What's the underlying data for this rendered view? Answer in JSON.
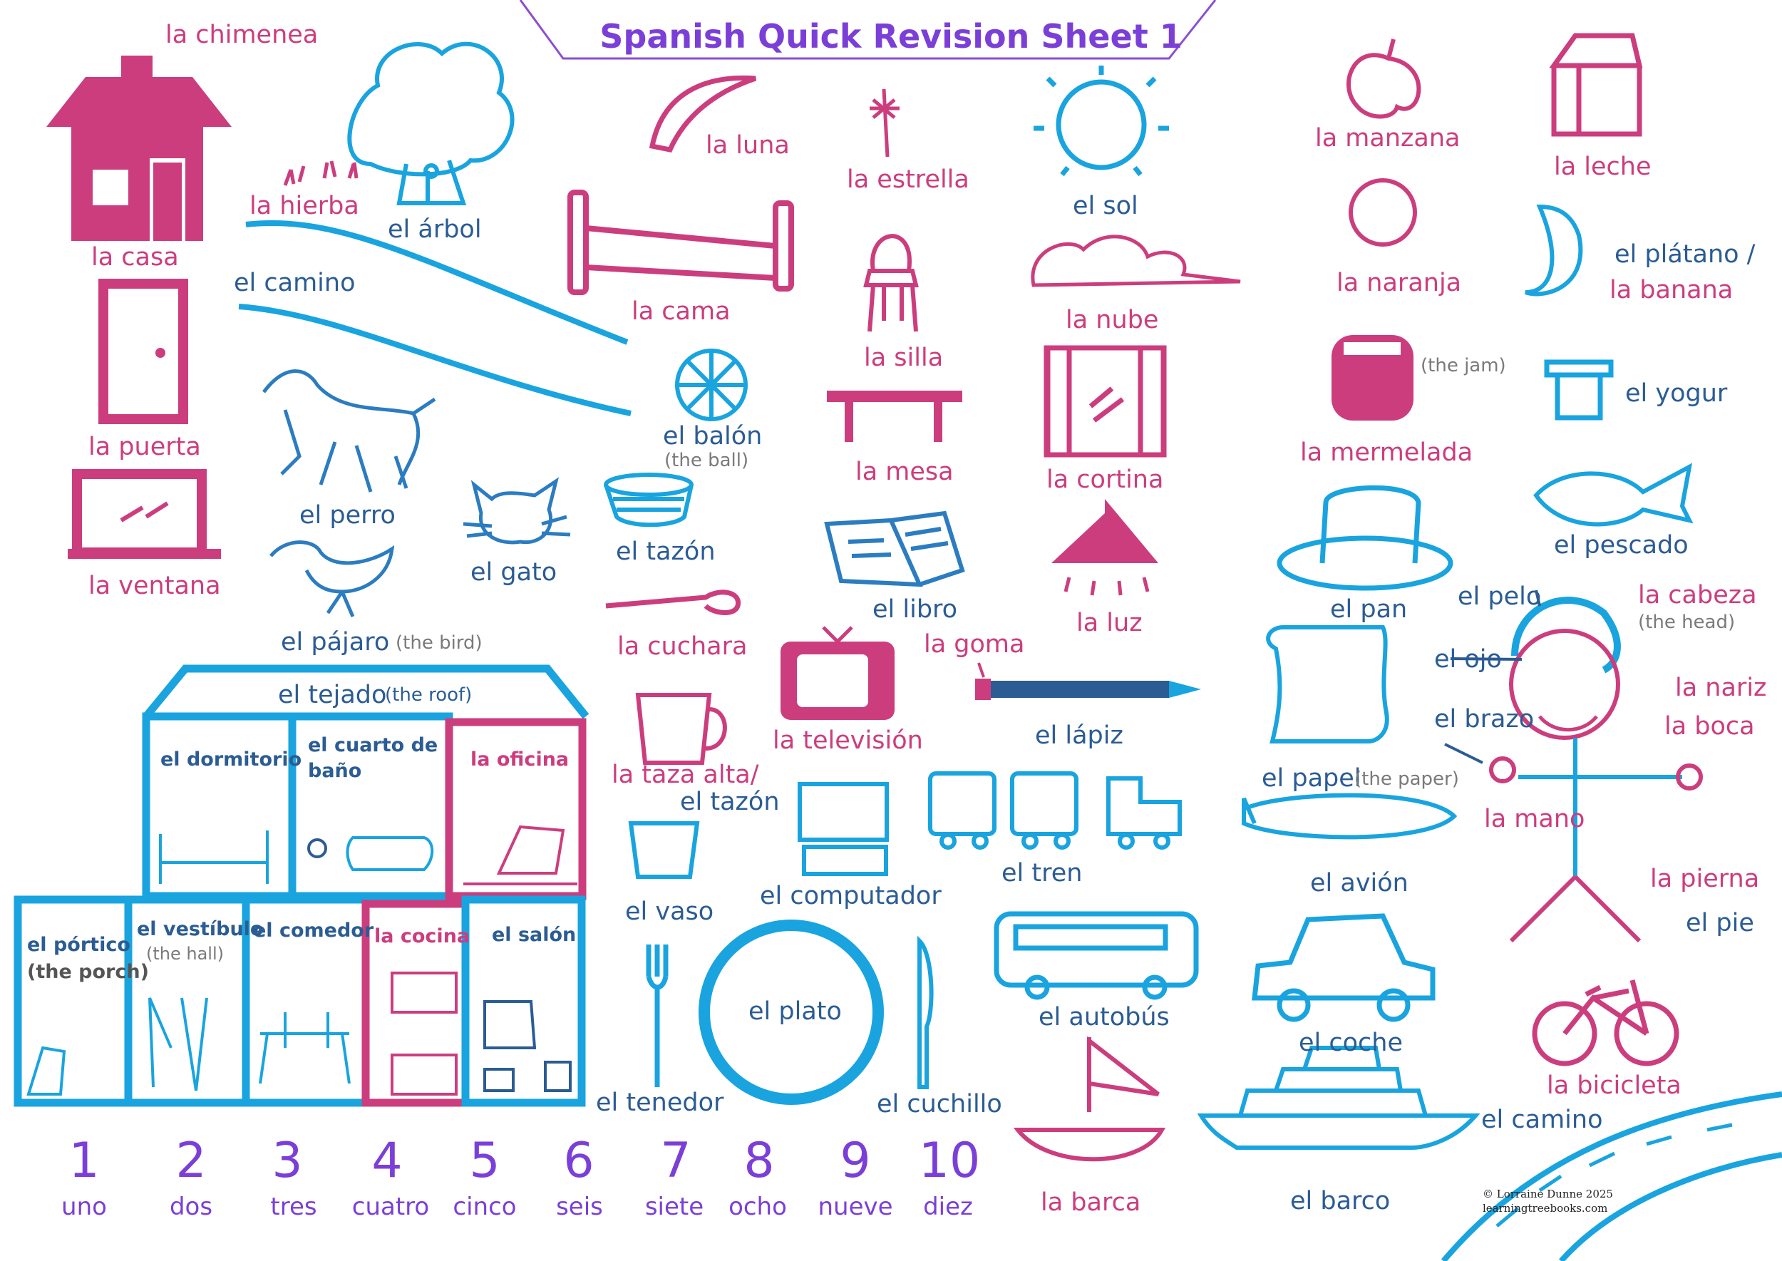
{
  "title": "Spanish Quick Revision Sheet 1",
  "colors": {
    "pink": "#cc3d7e",
    "blue": "#2b5c94",
    "cyan": "#19a4df",
    "purple": "#7b3fd8",
    "grey": "#7a7a7a"
  },
  "labels": {
    "chimenea": "la chimenea",
    "casa": "la casa",
    "puerta": "la puerta",
    "ventana": "la ventana",
    "hierba": "la hierba",
    "arbol": "el árbol",
    "camino_top": "el camino",
    "perro": "el perro",
    "gato": "el gato",
    "pajaro": "el pájaro",
    "pajaro_en": "(the bird)",
    "luna": "la luna",
    "estrella": "la estrella",
    "sol": "el sol",
    "cama": "la cama",
    "silla": "la silla",
    "nube": "la nube",
    "balon": "el balón",
    "balon_en": "(the ball)",
    "mesa": "la mesa",
    "cortina": "la cortina",
    "tazon": "el tazón",
    "libro": "el libro",
    "luz": "la luz",
    "cuchara": "la cuchara",
    "goma": "la goma",
    "television": "la televisión",
    "lapiz": "el lápiz",
    "taza_alta_1": "la taza alta/",
    "taza_alta_2": "el tazón",
    "vaso": "el vaso",
    "computador": "el computador",
    "tren": "el tren",
    "autobus": "el autobús",
    "plato": "el plato",
    "tenedor": "el tenedor",
    "cuchillo": "el cuchillo",
    "barca": "la barca",
    "manzana": "la manzana",
    "leche": "la leche",
    "naranja": "la naranja",
    "platano_1": "el plátano /",
    "platano_2": "la banana",
    "jam_en": "(the jam)",
    "mermelada": "la mermelada",
    "yogur": "el yogur",
    "pan": "el pan",
    "pescado": "el pescado",
    "papel": "el papel",
    "papel_en": "(the paper)",
    "avion": "el avión",
    "coche": "el coche",
    "barco": "el barco",
    "pelo": "el pelo",
    "cabeza": "la cabeza",
    "cabeza_en": "(the head)",
    "ojo": "el ojo",
    "nariz": "la nariz",
    "brazo": "el brazo",
    "boca": "la boca",
    "mano": "la mano",
    "pierna": "la pierna",
    "pie": "el pie",
    "bicicleta": "la bicicleta",
    "camino_bottom": "el camino"
  },
  "house_rooms": {
    "tejado": "el tejado",
    "tejado_en": "(the roof)",
    "dormitorio": "el dormitorio",
    "bano_1": "el cuarto de",
    "bano_2": "baño",
    "oficina": "la oficina",
    "portico": "el pórtico",
    "portico_en": "(the porch)",
    "vestibulo": "el vestíbulo",
    "vestibulo_en": "(the hall)",
    "comedor": "el comedor",
    "cocina": "la cocina",
    "salon": "el salón"
  },
  "numbers": [
    {
      "digit": "1",
      "word": "uno"
    },
    {
      "digit": "2",
      "word": "dos"
    },
    {
      "digit": "3",
      "word": "tres"
    },
    {
      "digit": "4",
      "word": "cuatro"
    },
    {
      "digit": "5",
      "word": "cinco"
    },
    {
      "digit": "6",
      "word": "seis"
    },
    {
      "digit": "7",
      "word": "siete"
    },
    {
      "digit": "8",
      "word": "ocho"
    },
    {
      "digit": "9",
      "word": "nueve"
    },
    {
      "digit": "10",
      "word": "diez"
    }
  ],
  "copyright": {
    "line1": "© Lorraine Dunne 2025",
    "line2": "learningtreebooks.com"
  }
}
